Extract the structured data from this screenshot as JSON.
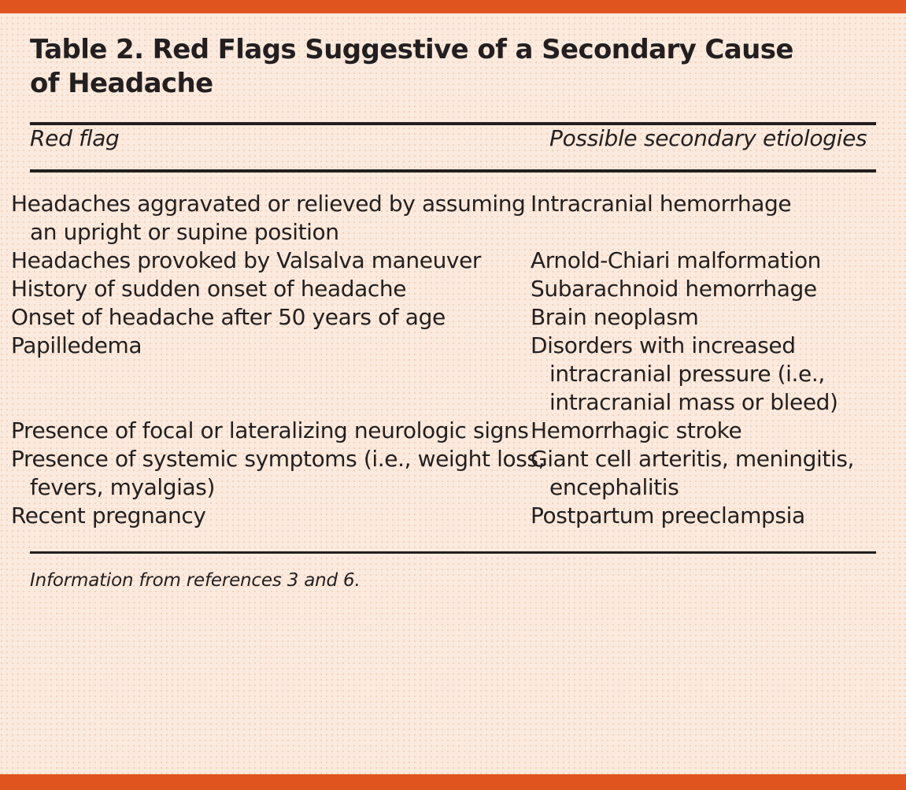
{
  "document": {
    "title": "Table 2. Red Flags Suggestive of a Secondary Cause\nof Headache",
    "accent_color": "#e0551f",
    "background_color": "#fbeadd",
    "text_color": "#231f20"
  },
  "table": {
    "columns": [
      {
        "label": "Red flag"
      },
      {
        "label": "Possible secondary etiologies"
      }
    ],
    "rows": [
      {
        "red_flag": "Headaches aggravated or relieved by assuming an upright or supine position",
        "etiology": "Intracranial hemorrhage"
      },
      {
        "red_flag": "Headaches provoked by Valsalva maneuver",
        "etiology": "Arnold-Chiari malformation"
      },
      {
        "red_flag": "History of sudden onset of headache",
        "etiology": "Subarachnoid hemorrhage"
      },
      {
        "red_flag": "Onset of headache after 50 years of age",
        "etiology": "Brain neoplasm"
      },
      {
        "red_flag": "Papilledema",
        "etiology": "Disorders with increased intracranial pressure (i.e., intracranial mass or bleed)"
      },
      {
        "red_flag": "Presence of focal or lateralizing neurologic signs",
        "etiology": "Hemorrhagic stroke"
      },
      {
        "red_flag": "Presence of systemic symptoms (i.e., weight loss, fevers, myalgias)",
        "etiology": "Giant cell arteritis, meningitis, encephalitis"
      },
      {
        "red_flag": "Recent pregnancy",
        "etiology": "Postpartum preeclampsia"
      }
    ]
  },
  "footnote": {
    "text": "Information from references 3 and 6."
  }
}
